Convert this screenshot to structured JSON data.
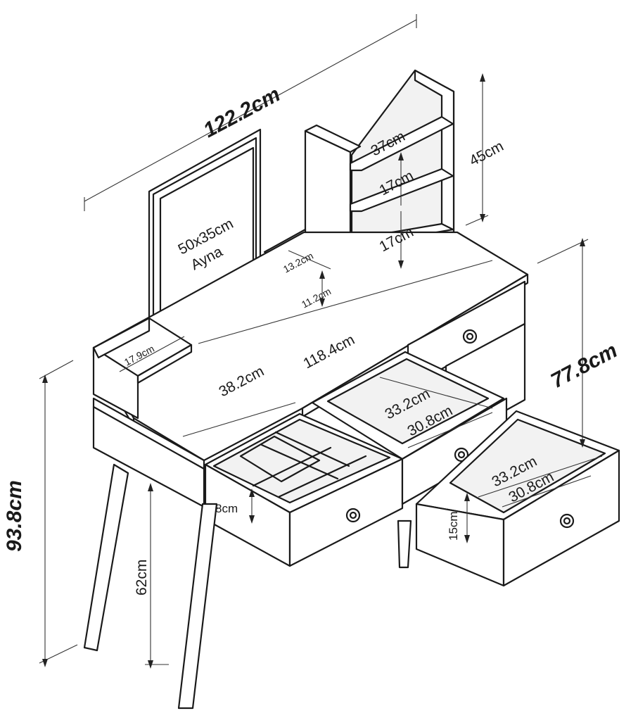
{
  "dimensions": {
    "total_width": "122.2cm",
    "total_height": "93.8cm",
    "table_height": "77.8cm",
    "leg_height": "62cm",
    "shelf_height": "45cm",
    "shelf_width": "37cm",
    "shelf_gap_upper": "17cm",
    "shelf_gap_lower": "17cm",
    "mirror_size": "50x35cm",
    "mirror_label": "Ayna",
    "small_shelf_depth": "13.2cm",
    "small_shelf_height": "11.2cm",
    "side_compartment": "17.9cm",
    "depth": "38.2cm",
    "inner_width": "118.4cm",
    "drawer_outer": "33.2cm",
    "drawer_inner": "30.8cm",
    "drawer2_outer": "33.2cm",
    "drawer2_inner": "30.8cm",
    "drawer_small_height": "8cm",
    "drawer_large_height": "15cm"
  }
}
